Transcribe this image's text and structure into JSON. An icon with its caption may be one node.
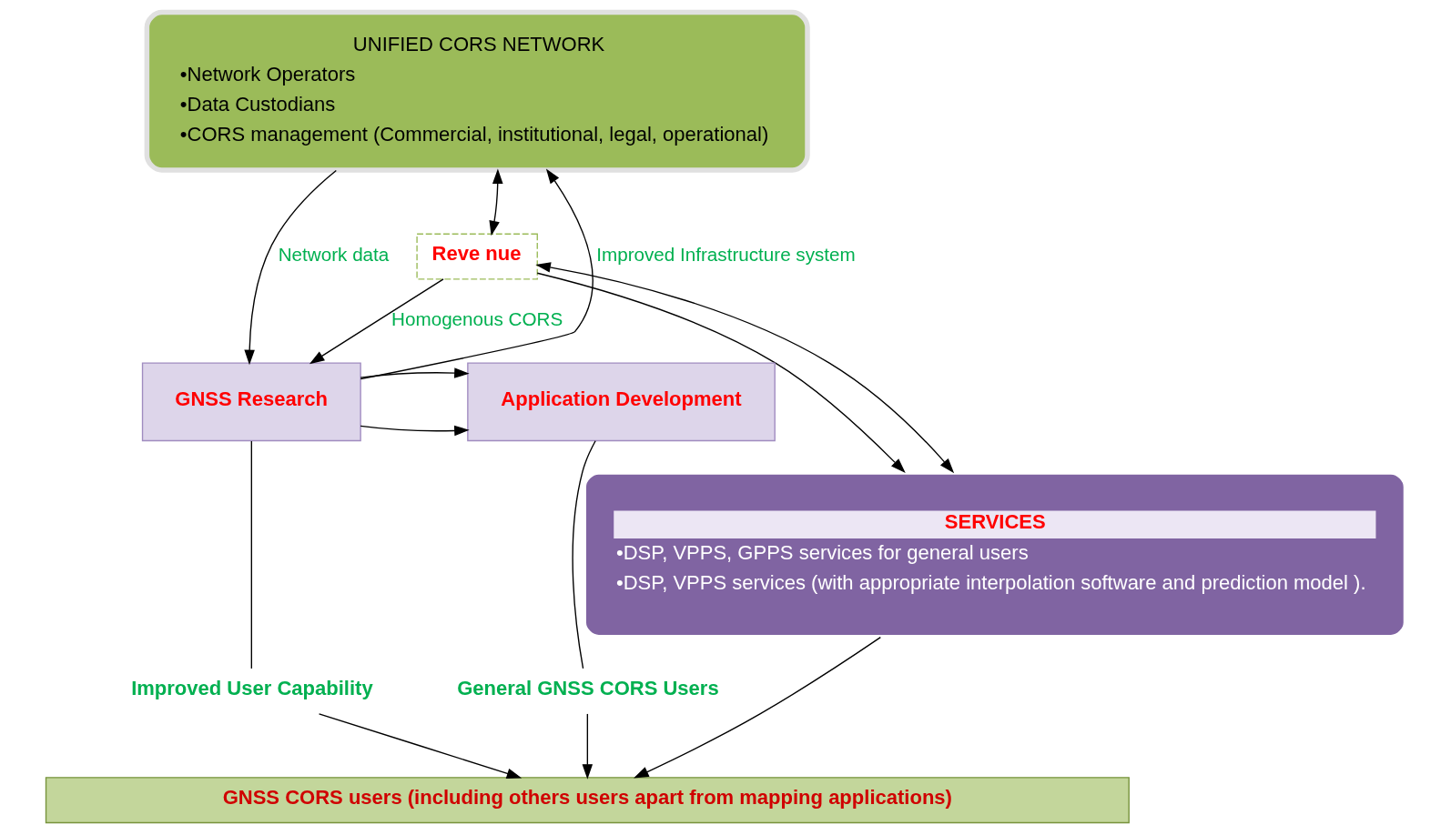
{
  "diagram": {
    "nodes": [
      {
        "text": [
          "UNIFIED CORS NETWORK",
          "•Network Operators",
          "•Data Custodians",
          "•CORS management (Commercial, institutional, legal, operational)"
        ]
      },
      {
        "text": [
          "Reve nue"
        ]
      },
      {
        "text": [
          "GNSS Research"
        ]
      },
      {
        "text": [
          "Application Development"
        ]
      },
      {
        "text": [
          "SERVICES",
          "•DSP, VPPS, GPPS services for general users",
          "•DSP, VPPS services (with appropriate interpolation software and prediction model )."
        ]
      },
      {
        "text": [
          "GNSS CORS users (including others users apart from mapping applications)"
        ]
      },
      {
        "text": [
          "Improved User Capability"
        ]
      },
      {
        "text": [
          "General GNSS CORS Users"
        ]
      }
    ],
    "edges": [
      {
        "from": 1,
        "to": 0,
        "arrow": "both"
      },
      {
        "from": 1,
        "to": 2,
        "arrow": "to",
        "label": "Homogenous CORS"
      },
      {
        "from": 0,
        "to": 2,
        "arrow": "to",
        "label": "Network data"
      },
      {
        "from": 1,
        "to": 4,
        "arrow": "to"
      },
      {
        "from": 4,
        "to": 1,
        "arrow": "both"
      },
      {
        "from": 2,
        "to": 3,
        "arrow": "to"
      },
      {
        "from": 2,
        "to": 0,
        "arrow": "to",
        "label": "Improved Infrastructure system"
      },
      {
        "from": 2,
        "to": 3,
        "arrow": "to"
      },
      {
        "from": 2,
        "to": 6,
        "arrow": "none"
      },
      {
        "from": 6,
        "to": 5,
        "arrow": "to"
      },
      {
        "from": 3,
        "to": 7,
        "arrow": "none"
      },
      {
        "from": 7,
        "to": 5,
        "arrow": "to"
      },
      {
        "from": 4,
        "to": 5,
        "arrow": "to"
      }
    ]
  }
}
